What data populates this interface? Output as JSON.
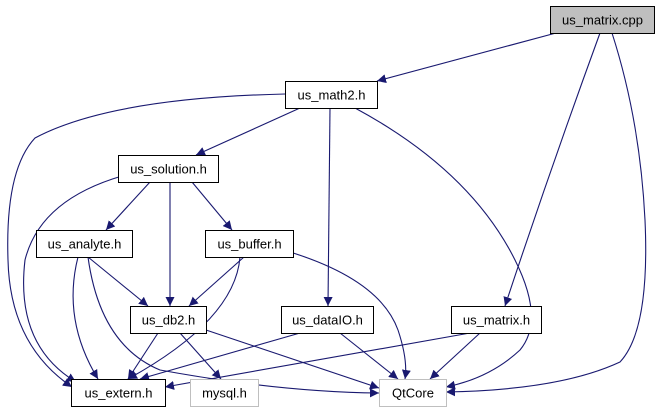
{
  "colors": {
    "edge": "#191970",
    "node_border": "#000000",
    "node_border_external": "#bfbfbf",
    "root_fill": "#bfbfbf",
    "node_fill": "#ffffff"
  },
  "nodes": [
    {
      "id": "us_matrix_cpp",
      "label": "us_matrix.cpp",
      "kind": "root"
    },
    {
      "id": "us_math2_h",
      "label": "us_math2.h",
      "kind": "header"
    },
    {
      "id": "us_solution_h",
      "label": "us_solution.h",
      "kind": "header"
    },
    {
      "id": "us_analyte_h",
      "label": "us_analyte.h",
      "kind": "header"
    },
    {
      "id": "us_buffer_h",
      "label": "us_buffer.h",
      "kind": "header"
    },
    {
      "id": "us_db2_h",
      "label": "us_db2.h",
      "kind": "header"
    },
    {
      "id": "us_dataio_h",
      "label": "us_dataIO.h",
      "kind": "header"
    },
    {
      "id": "us_matrix_h",
      "label": "us_matrix.h",
      "kind": "header"
    },
    {
      "id": "us_extern_h",
      "label": "us_extern.h",
      "kind": "header"
    },
    {
      "id": "mysql_h",
      "label": "mysql.h",
      "kind": "external"
    },
    {
      "id": "qtcore",
      "label": "QtCore",
      "kind": "external"
    }
  ],
  "edges": [
    {
      "from": "us_matrix_cpp",
      "to": "us_math2_h"
    },
    {
      "from": "us_matrix_cpp",
      "to": "us_matrix_h"
    },
    {
      "from": "us_matrix_cpp",
      "to": "qtcore"
    },
    {
      "from": "us_math2_h",
      "to": "us_solution_h"
    },
    {
      "from": "us_math2_h",
      "to": "us_extern_h"
    },
    {
      "from": "us_math2_h",
      "to": "us_dataio_h"
    },
    {
      "from": "us_math2_h",
      "to": "qtcore"
    },
    {
      "from": "us_solution_h",
      "to": "us_analyte_h"
    },
    {
      "from": "us_solution_h",
      "to": "us_buffer_h"
    },
    {
      "from": "us_solution_h",
      "to": "us_db2_h"
    },
    {
      "from": "us_solution_h",
      "to": "us_extern_h"
    },
    {
      "from": "us_analyte_h",
      "to": "us_db2_h"
    },
    {
      "from": "us_analyte_h",
      "to": "us_extern_h"
    },
    {
      "from": "us_analyte_h",
      "to": "qtcore"
    },
    {
      "from": "us_buffer_h",
      "to": "us_db2_h"
    },
    {
      "from": "us_buffer_h",
      "to": "us_extern_h"
    },
    {
      "from": "us_buffer_h",
      "to": "qtcore"
    },
    {
      "from": "us_db2_h",
      "to": "us_extern_h"
    },
    {
      "from": "us_db2_h",
      "to": "mysql_h"
    },
    {
      "from": "us_db2_h",
      "to": "qtcore"
    },
    {
      "from": "us_dataio_h",
      "to": "us_extern_h"
    },
    {
      "from": "us_dataio_h",
      "to": "qtcore"
    },
    {
      "from": "us_matrix_h",
      "to": "us_extern_h"
    },
    {
      "from": "us_matrix_h",
      "to": "qtcore"
    }
  ]
}
